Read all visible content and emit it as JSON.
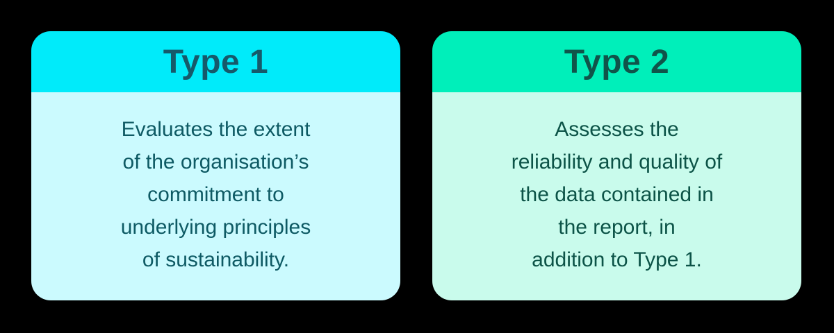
{
  "colors": {
    "background": "#000000",
    "card1-header": "#00EBFA",
    "card1-body": "#CBFAFE",
    "card1-title": "#16596A",
    "card1-text": "#0E5A64",
    "card2-header": "#00EFBA",
    "card2-body": "#C9FBEC",
    "card2-title": "#10544A",
    "card2-text": "#0C5347"
  },
  "cards": [
    {
      "title": "Type 1",
      "body": "Evaluates the extent\nof the organisation’s\ncommitment to\nunderlying principles\nof sustainability."
    },
    {
      "title": "Type 2",
      "body": "Assesses the\nreliability and quality of\nthe data contained in\nthe report, in\naddition to Type 1."
    }
  ]
}
